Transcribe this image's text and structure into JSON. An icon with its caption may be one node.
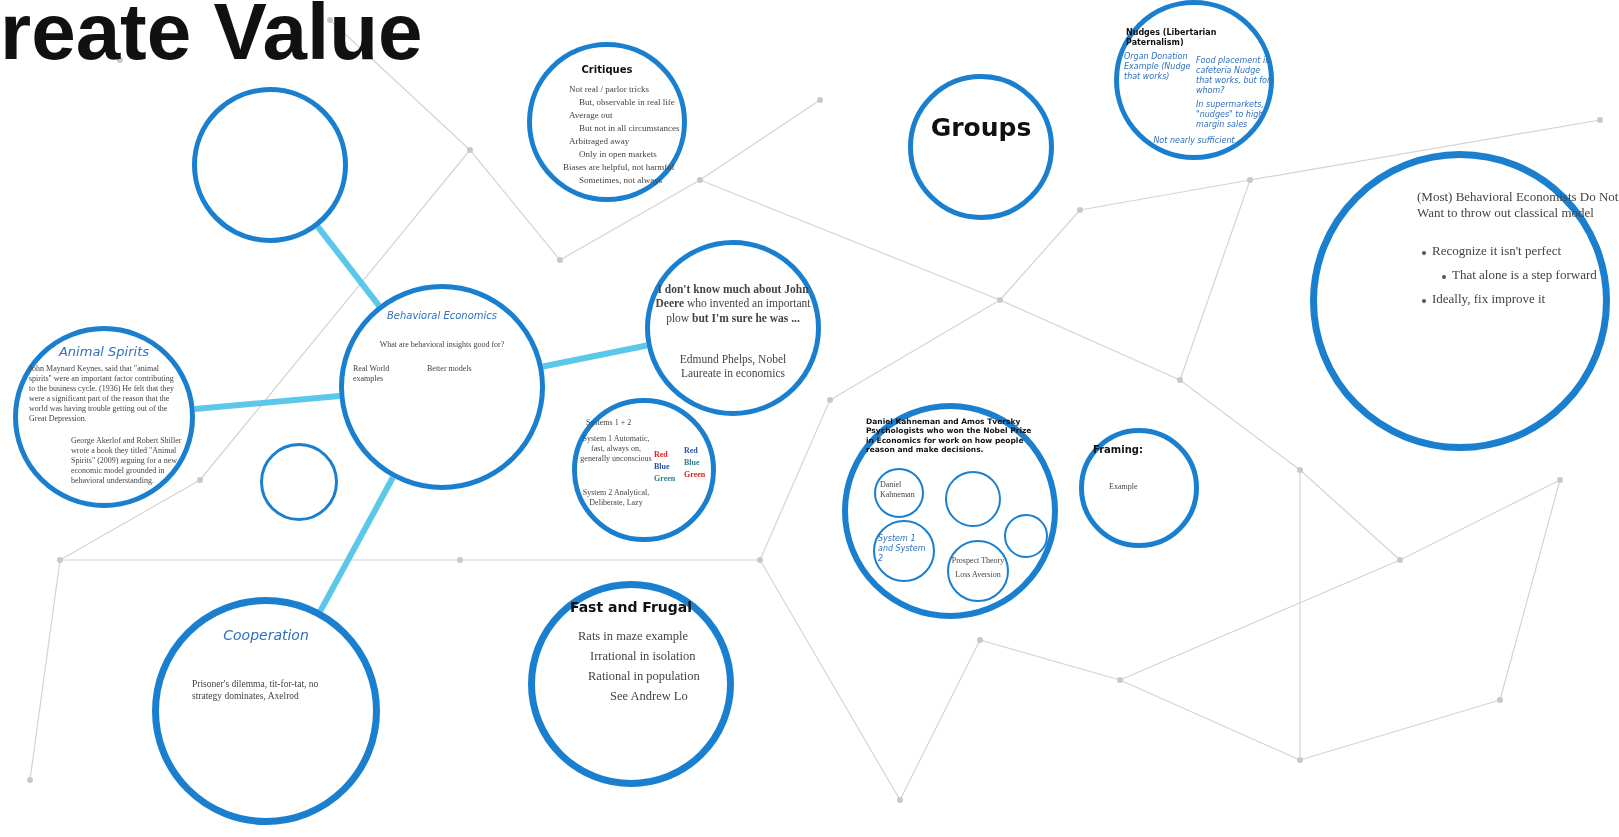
{
  "diagram": {
    "title": "reate Value",
    "nodes": [
      {
        "text": [],
        "shape": "circle"
      },
      {
        "text": [
          "Critiques",
          "Not real / parlor tricks",
          "But, observable in real life",
          "Average out",
          "But not in all circumstances",
          "Arbitraged away",
          "Only in open markets",
          "Biases are helpful, not harmful",
          "Sometimes, not always"
        ]
      },
      {
        "text": [
          "Groups"
        ]
      },
      {
        "text": [
          "Nudges (Libertarian Paternalism)",
          "Organ Donation Example (Nudge that works)",
          "Food placement in cafeteria Nudge that works, but for whom?",
          "In supermarkets, \"nudges\" to high margin sales",
          "Not nearly sufficient"
        ]
      },
      {
        "text": [
          "(Most) Behavioral Economists Do Not Want to throw out classical model",
          "Recognize it isn't perfect",
          "That alone is a step forward",
          "Ideally, fix improve it"
        ]
      },
      {
        "text": [
          "Animal Spirits",
          "John Maynard Keynes, said that \"animal spirits\" were an important factor contributing to the business cycle. (1936) He felt that they were a significant part of the reason that the world was having trouble getting out of the Great Depression.",
          "George Akerlof and Robert Shiller wrote a book they titled \"Animal Spirits\" (2009) arguing for a new economic model grounded in behavioral understanding."
        ]
      },
      {
        "text": [
          "Behavioral Economics",
          "What are behavioral insights good for?",
          "Real World examples",
          "Better models"
        ]
      },
      {
        "text": [
          "**I don't know much about John Deere** who invented an important plow **but I'm sure he was ...**",
          "Edmund Phelps, Nobel Laureate in economics"
        ]
      },
      {
        "text": [],
        "shape": "circle"
      },
      {
        "text": [
          "Systems 1 + 2",
          "System 1 Automatic, fast, always on, generally unconscious",
          "System 2 Analytical, Deliberate, Lazy",
          "Red",
          "Blue",
          "Green",
          "Red",
          "Blue",
          "Green"
        ]
      },
      {
        "text": [
          "Daniel Kahneman and Amos Tversky Psychologists who won the Nobel Prize in Economics for work on how people reason and make decisions."
        ]
      },
      {
        "text": [
          "Daniel Kahneman"
        ],
        "in": 10
      },
      {
        "text": [],
        "shape": "circle",
        "in": 10
      },
      {
        "text": [
          "System 1 and System 2"
        ],
        "in": 10
      },
      {
        "text": [],
        "shape": "circle",
        "in": 10
      },
      {
        "text": [
          "Prospect Theory",
          "Loss Aversion"
        ],
        "in": 10
      },
      {
        "text": [
          "Framing:",
          "Example"
        ]
      },
      {
        "text": [
          "Cooperation",
          "Prisoner's dilemma, tit-for-tat, no strategy dominates, Axelrod"
        ]
      },
      {
        "text": [
          "Fast and Frugal",
          "Rats in maze example",
          "Irrational in isolation",
          "Rational in population",
          "See Andrew Lo"
        ]
      }
    ],
    "edges": [
      {
        "from": 6,
        "to": 0,
        "arrow": "none"
      },
      {
        "from": 6,
        "to": 5,
        "arrow": "none"
      },
      {
        "from": 6,
        "to": 7,
        "arrow": "none"
      },
      {
        "from": 6,
        "to": 17,
        "arrow": "none"
      }
    ]
  }
}
